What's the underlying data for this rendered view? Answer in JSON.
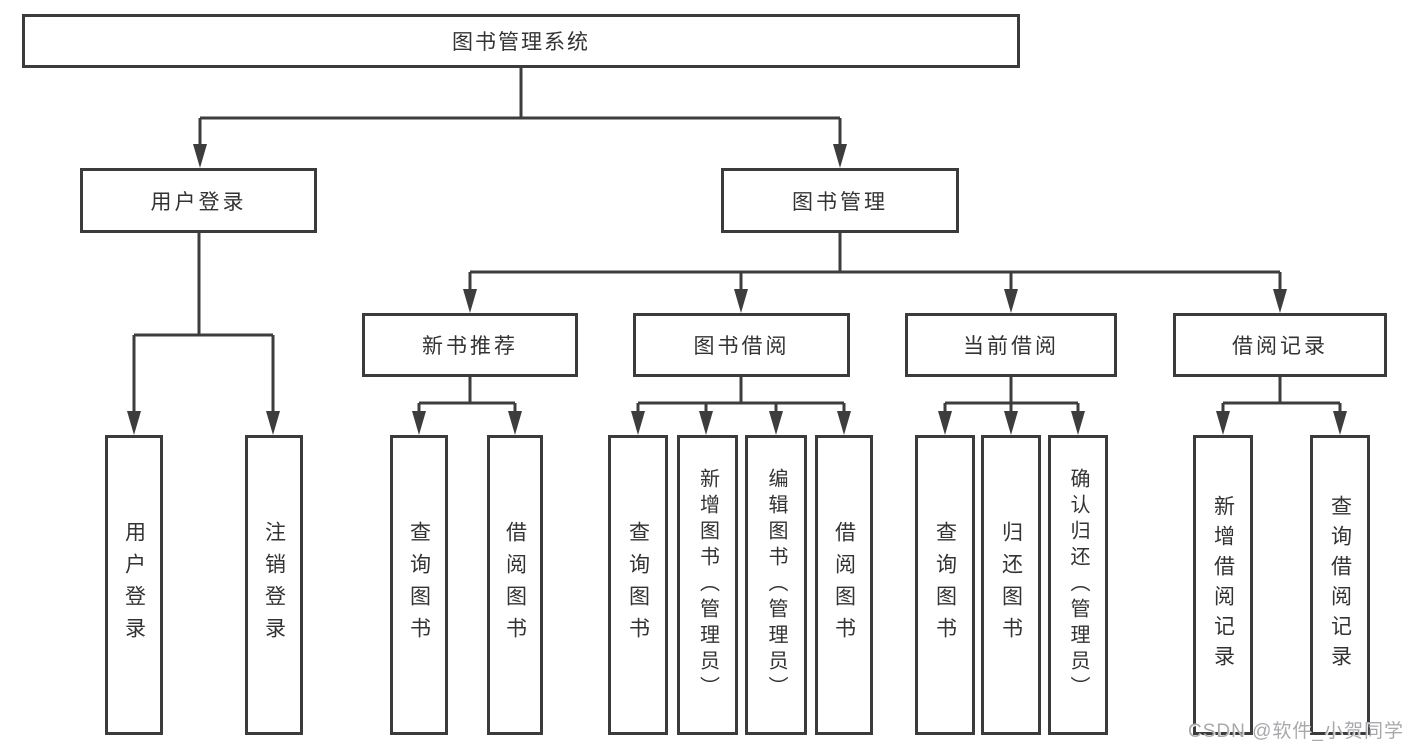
{
  "nodes": {
    "root": "图书管理系统",
    "user_login": "用户登录",
    "book_mgmt": "图书管理",
    "new_rec": "新书推荐",
    "book_borrow": "图书借阅",
    "cur_borrow": "当前借阅",
    "borrow_rec": "借阅记录",
    "ul_login": "用户登录",
    "ul_logout": "注销登录",
    "nr_query": "查询图书",
    "nr_borrow": "借阅图书",
    "bb_query": "查询图书",
    "bb_add": "新增图书（管理员）",
    "bb_edit": "编辑图书（管理员）",
    "bb_borrow": "借阅图书",
    "cb_query": "查询图书",
    "cb_return": "归还图书",
    "cb_confirm": "确认归还（管理员）",
    "br_add": "新增借阅记录",
    "br_query": "查询借阅记录"
  },
  "watermark": "CSDN @软件_小贺同学",
  "colors": {
    "line": "#3d3d3d",
    "border": "#3b3b3b",
    "text": "#333333",
    "watermark": "#a9a9ad",
    "background": "#ffffff"
  }
}
